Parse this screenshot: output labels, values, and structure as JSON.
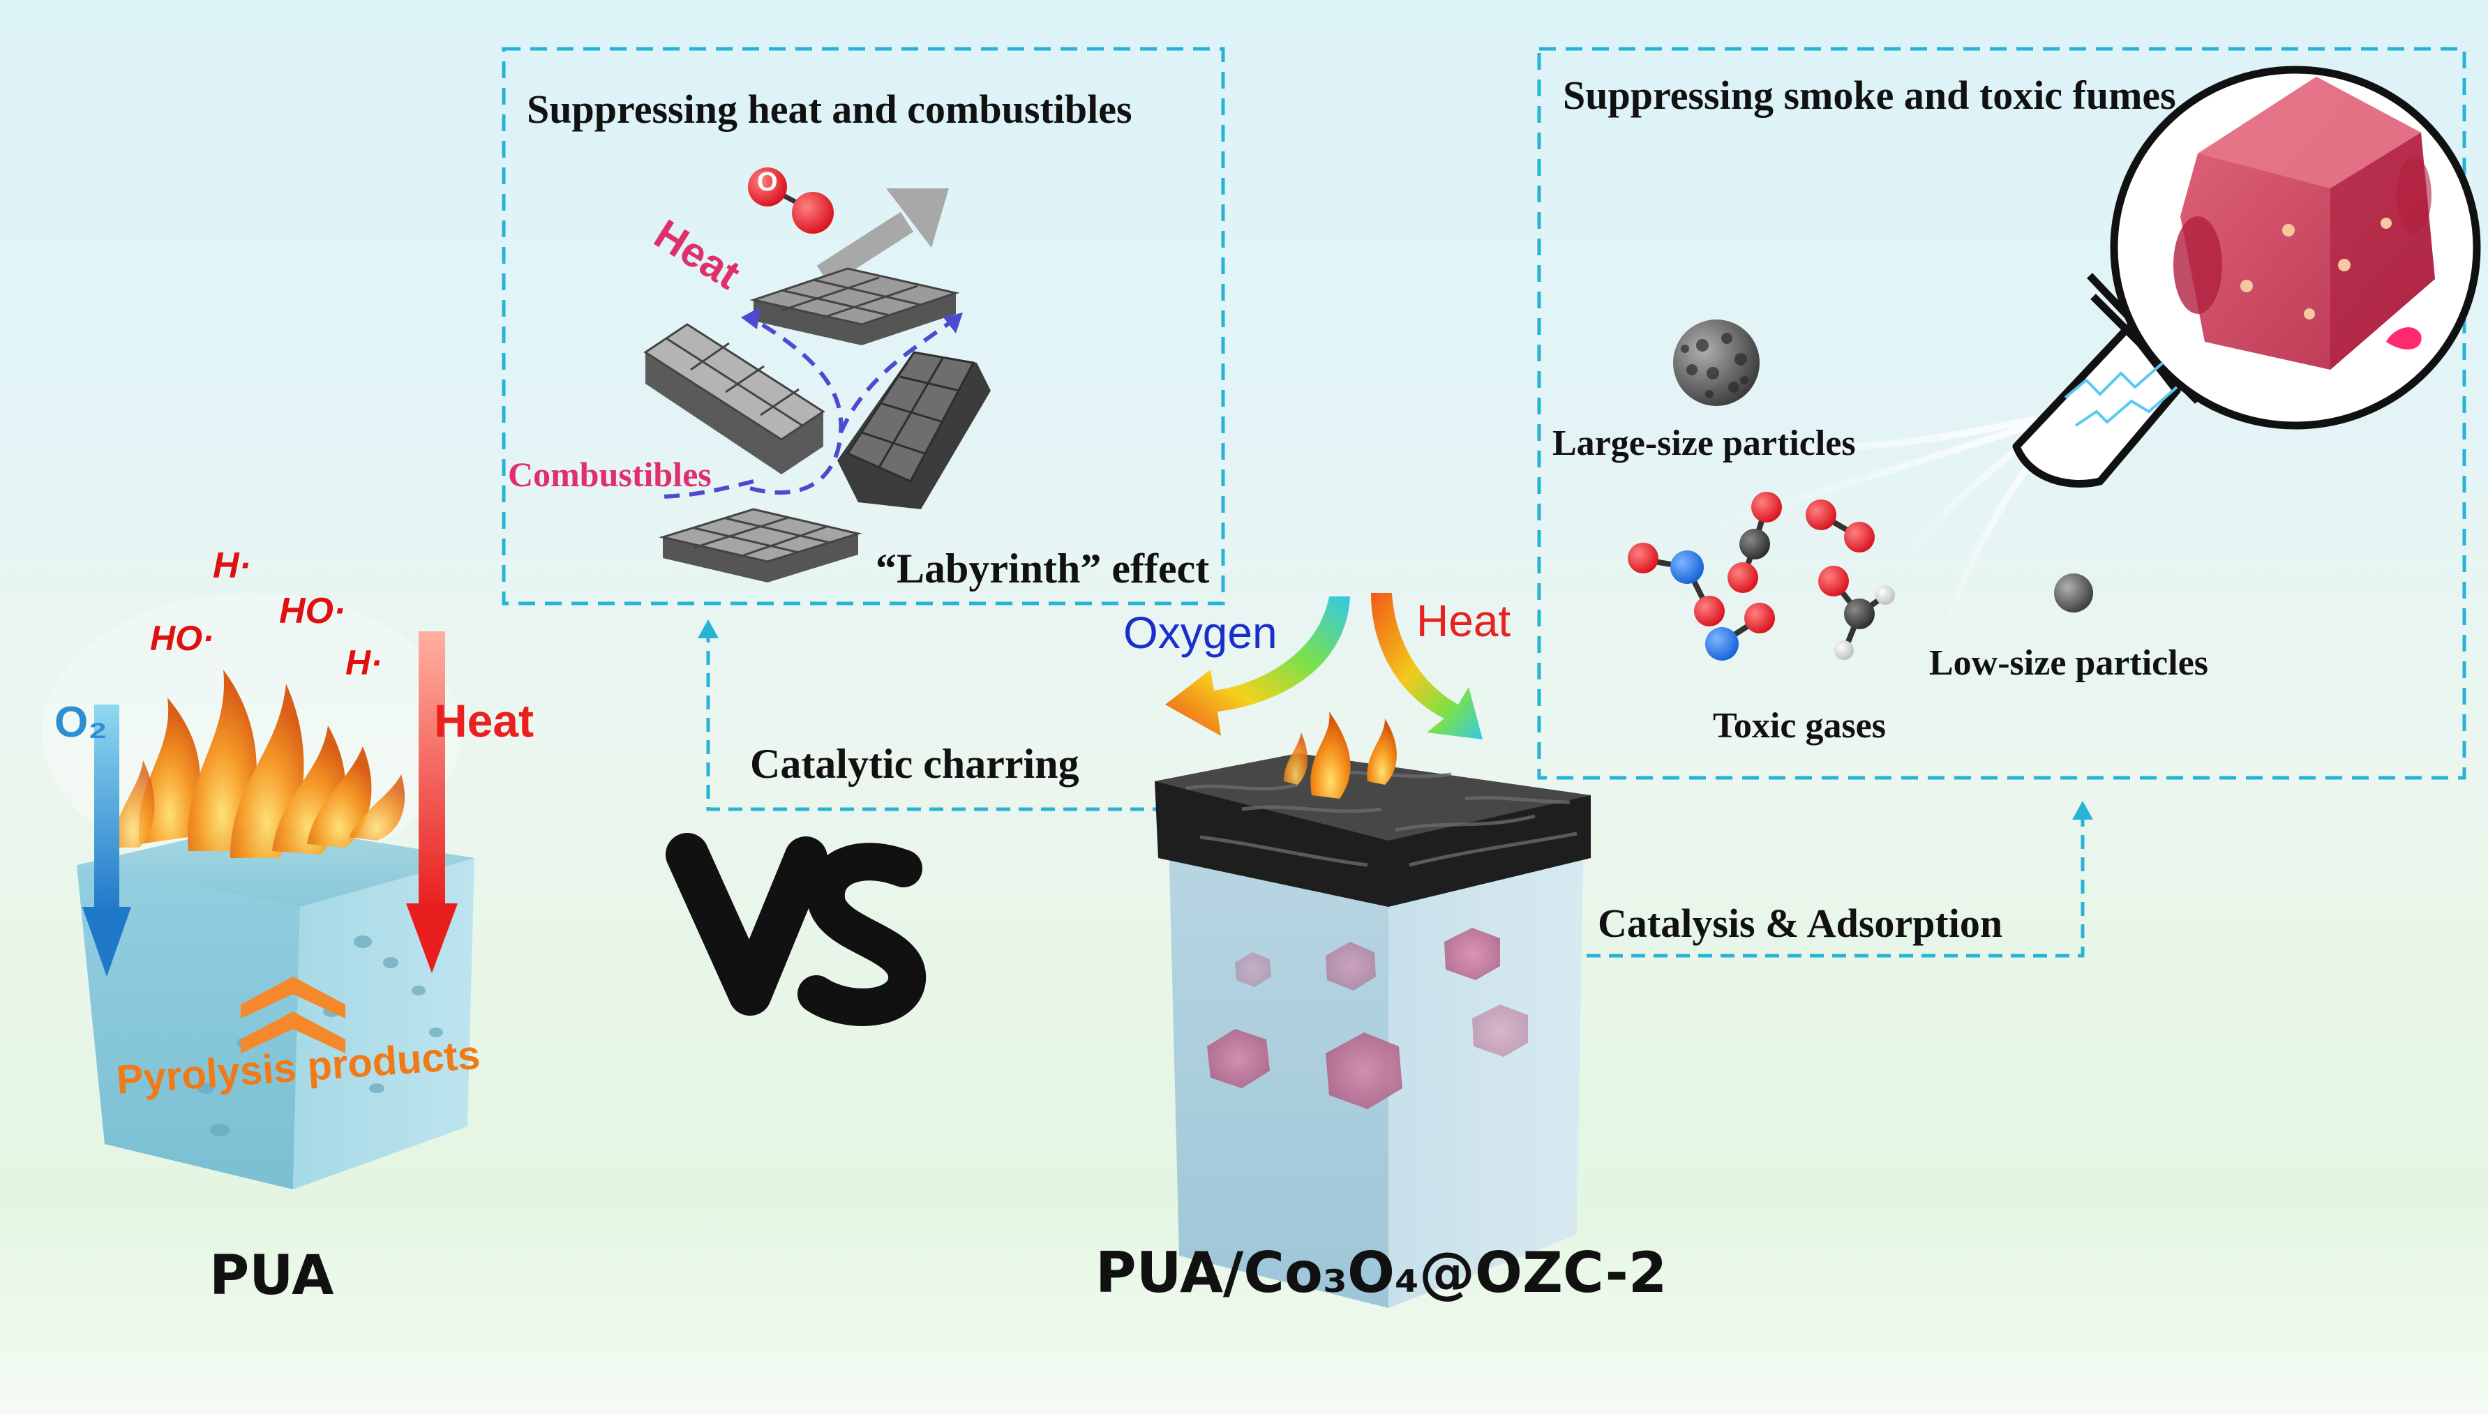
{
  "left_panel": {
    "radicals": [
      "H·",
      "HO·",
      "HO·",
      "H·"
    ],
    "oxygen_label": "O₂",
    "heat_label": "Heat",
    "pyrolysis_label": "Pyrolysis products",
    "material_label": "PUA"
  },
  "vs_label": "VS",
  "heat_box": {
    "title": "Suppressing heat and combustibles",
    "oxygen_molecule_label": "O",
    "heat_label": "Heat",
    "combustibles_label": "Combustibles",
    "labyrinth_label": "“Labyrinth” effect"
  },
  "center": {
    "oxygen_label": "Oxygen",
    "heat_label": "Heat",
    "catalytic_charring_label": "Catalytic charring",
    "catalysis_adsorption_label": "Catalysis & Adsorption",
    "material_label": "PUA/Co₃O₄@OZC-2"
  },
  "smoke_box": {
    "title": "Suppressing smoke and toxic fumes",
    "large_particles_label": "Large-size particles",
    "toxic_gases_label": "Toxic gases",
    "low_particles_label": "Low-size particles"
  },
  "colors": {
    "dashed_line": "#27b3d6",
    "heat_text": "#e8201e",
    "oxygen_text": "#1a2ecc",
    "flame": "#f28a1a",
    "radical_text": "#e01010",
    "combustibles_text": "#e0306a",
    "pyrolysis_text": "#f07a18"
  }
}
